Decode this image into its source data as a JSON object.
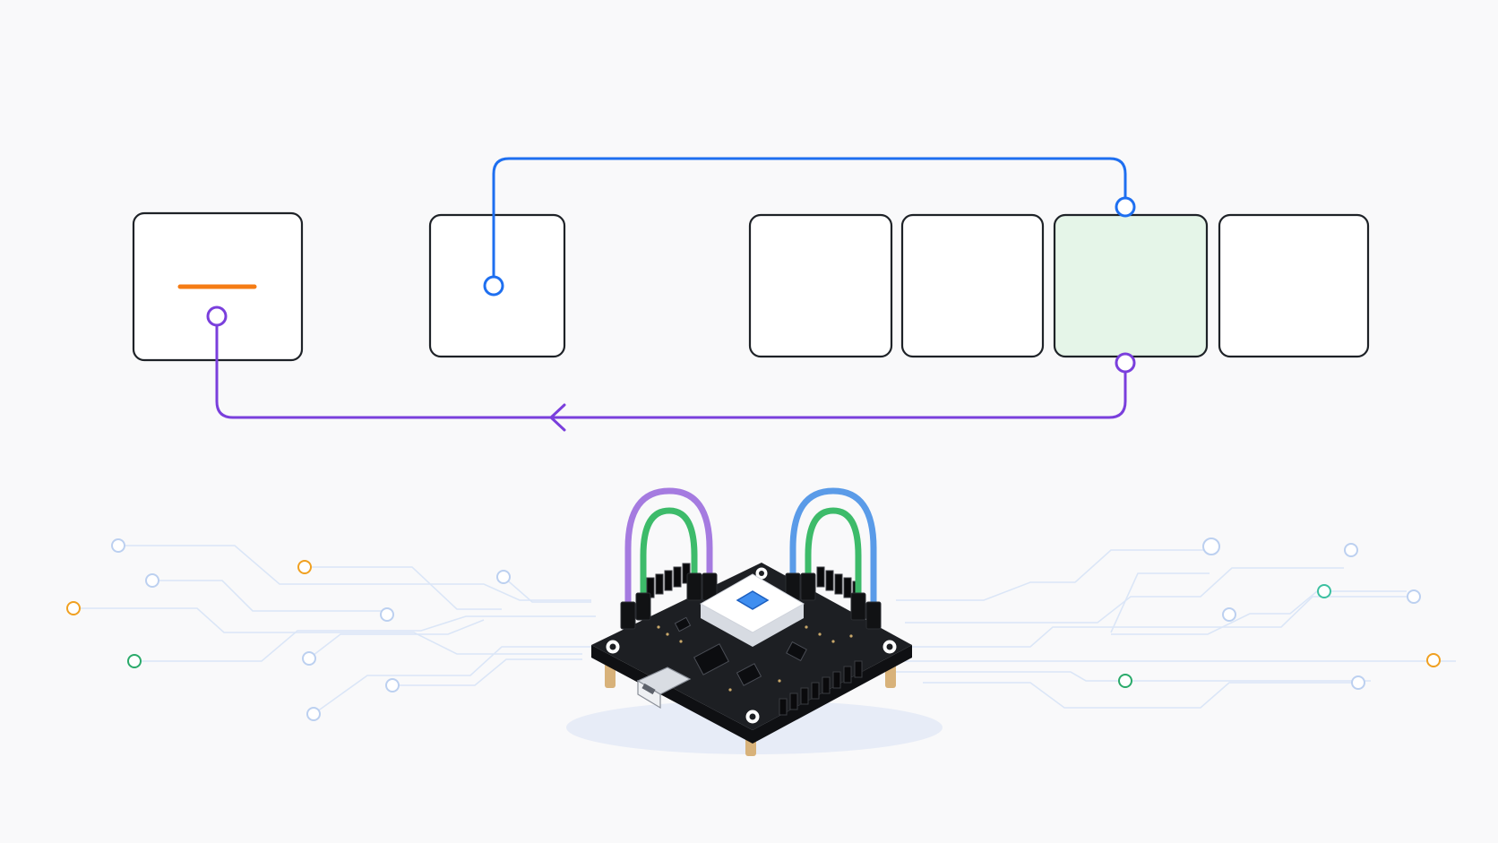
{
  "colors": {
    "background": "#f9f9fa",
    "box_stroke": "#1e2227",
    "box_fill": "#ffffff",
    "box_highlight_fill": "#e5f5e8",
    "minus_mark": "#f57c14",
    "link_forward": "#1e6ff0",
    "link_return": "#7a3fdc",
    "trace_light": "#dbe6f7",
    "pad_blue": "#bcd0f0",
    "pad_orange": "#f0a020",
    "pad_green": "#2aaa6a",
    "pad_teal": "#3cc0a0",
    "board": "#1d1f23",
    "chip": "#ffffff",
    "chip_core": "#3f8ef0",
    "wire_purple": "#a57be0",
    "wire_green": "#3dbb6a",
    "wire_blue": "#5a9be8",
    "standoff": "#d8b27a"
  },
  "diagram": {
    "boxes": [
      {
        "id": "box-1",
        "mark": "minus"
      },
      {
        "id": "box-2",
        "mark": "none"
      },
      {
        "id": "box-3",
        "mark": "none"
      },
      {
        "id": "box-4",
        "mark": "none"
      },
      {
        "id": "box-5",
        "mark": "none",
        "highlighted": true
      },
      {
        "id": "box-6",
        "mark": "none"
      }
    ],
    "links": [
      {
        "id": "forward-link",
        "from": "box-2",
        "to": "box-5",
        "direction": "forward"
      },
      {
        "id": "return-link",
        "from": "box-5",
        "to": "box-1",
        "direction": "return"
      }
    ]
  },
  "illustration": {
    "subject": "microcontroller-board-icon",
    "jumper_wires": 4,
    "usb_port": "usb-connector-icon"
  }
}
